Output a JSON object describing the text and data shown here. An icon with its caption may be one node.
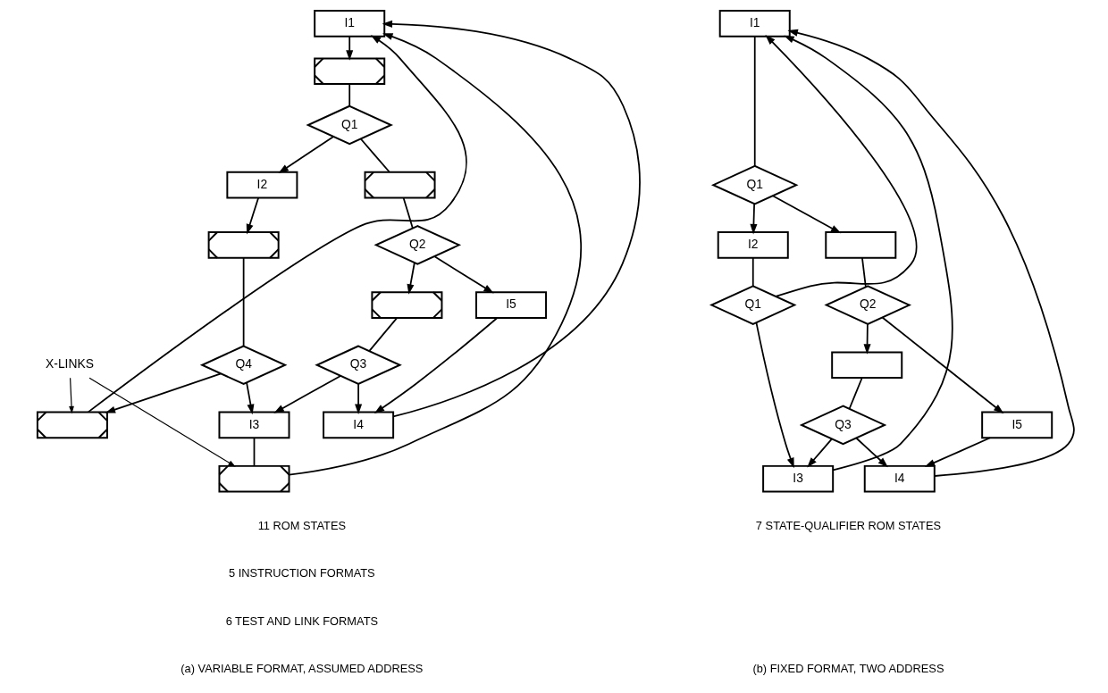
{
  "diagram": {
    "nodes": [
      {
        "text": [
          "I1"
        ]
      },
      {
        "text": [],
        "shape": "box"
      },
      {
        "text": [
          "Q1"
        ]
      },
      {
        "text": [
          "I2"
        ]
      },
      {
        "text": [],
        "shape": "box"
      },
      {
        "text": [],
        "shape": "box"
      },
      {
        "text": [
          "Q2"
        ]
      },
      {
        "text": [],
        "shape": "box"
      },
      {
        "text": [
          "I5"
        ]
      },
      {
        "text": [
          "Q3"
        ]
      },
      {
        "text": [
          "Q4"
        ]
      },
      {
        "text": [],
        "shape": "box"
      },
      {
        "text": [
          "I3"
        ]
      },
      {
        "text": [],
        "shape": "box"
      },
      {
        "text": [
          "I4"
        ]
      },
      {
        "text": [
          "X-LINKS"
        ]
      },
      {
        "text": [
          "I1"
        ]
      },
      {
        "text": [
          "Q1"
        ]
      },
      {
        "text": [],
        "shape": "box"
      },
      {
        "text": [
          "I2"
        ]
      },
      {
        "text": [
          "Q2"
        ]
      },
      {
        "text": [],
        "shape": "box"
      },
      {
        "text": [
          "I5"
        ]
      },
      {
        "text": [
          "Q1"
        ]
      },
      {
        "text": [
          "Q3"
        ]
      },
      {
        "text": [
          "I3"
        ]
      },
      {
        "text": [
          "I4"
        ]
      }
    ],
    "edges": [
      {
        "from": 0,
        "to": 1,
        "arrow": "to"
      },
      {
        "from": 1,
        "to": 2,
        "arrow": "none"
      },
      {
        "from": 2,
        "to": 3,
        "arrow": "to"
      },
      {
        "from": 2,
        "to": 5,
        "arrow": "none"
      },
      {
        "from": 3,
        "to": 4,
        "arrow": "to"
      },
      {
        "from": 5,
        "to": 6,
        "arrow": "none"
      },
      {
        "from": 6,
        "to": 7,
        "arrow": "to"
      },
      {
        "from": 6,
        "to": 8,
        "arrow": "to"
      },
      {
        "from": 4,
        "to": 10,
        "arrow": "none"
      },
      {
        "from": 7,
        "to": 9,
        "arrow": "none"
      },
      {
        "from": 10,
        "to": 11,
        "arrow": "to"
      },
      {
        "from": 10,
        "to": 12,
        "arrow": "to"
      },
      {
        "from": 9,
        "to": 12,
        "arrow": "to"
      },
      {
        "from": 9,
        "to": 14,
        "arrow": "to"
      },
      {
        "from": 8,
        "to": 14,
        "arrow": "to"
      },
      {
        "from": 12,
        "to": 13,
        "arrow": "none"
      },
      {
        "from": 11,
        "to": 0,
        "arrow": "to"
      },
      {
        "from": 13,
        "to": 0,
        "arrow": "to"
      },
      {
        "from": 14,
        "to": 0,
        "arrow": "to"
      },
      {
        "from": 15,
        "to": 11,
        "arrow": "to"
      },
      {
        "from": 15,
        "to": 13,
        "arrow": "to"
      },
      {
        "from": 16,
        "to": 17,
        "arrow": "none"
      },
      {
        "from": 17,
        "to": 19,
        "arrow": "to"
      },
      {
        "from": 17,
        "to": 18,
        "arrow": "to"
      },
      {
        "from": 18,
        "to": 20,
        "arrow": "none"
      },
      {
        "from": 20,
        "to": 21,
        "arrow": "to"
      },
      {
        "from": 20,
        "to": 22,
        "arrow": "to"
      },
      {
        "from": 19,
        "to": 23,
        "arrow": "none"
      },
      {
        "from": 21,
        "to": 24,
        "arrow": "none"
      },
      {
        "from": 23,
        "to": 25,
        "arrow": "to"
      },
      {
        "from": 24,
        "to": 25,
        "arrow": "to"
      },
      {
        "from": 24,
        "to": 26,
        "arrow": "to"
      },
      {
        "from": 22,
        "to": 26,
        "arrow": "to"
      },
      {
        "from": 23,
        "to": 16,
        "arrow": "to"
      },
      {
        "from": 25,
        "to": 16,
        "arrow": "to"
      },
      {
        "from": 26,
        "to": 16,
        "arrow": "to"
      }
    ],
    "labels": [
      "11 ROM STATES",
      "5 INSTRUCTION FORMATS",
      "6 TEST AND LINK FORMATS",
      "(a) VARIABLE FORMAT, ASSUMED ADDRESS",
      "7 STATE-QUALIFIER ROM STATES",
      "(b) FIXED FORMAT, TWO ADDRESS"
    ]
  }
}
